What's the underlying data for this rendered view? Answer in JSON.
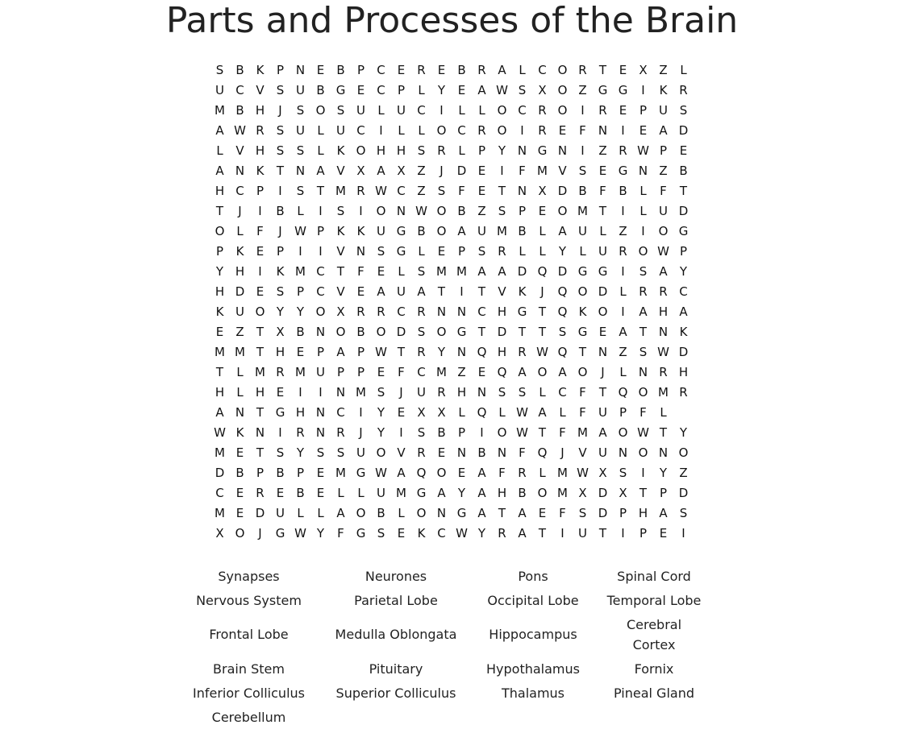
{
  "title": "Parts and Processes of the Brain",
  "grid": [
    "SBKPNEBPCEREBRALCORTEXZL",
    "UCVSUBGECPLYEAWSXOZGGIKR",
    "MBHJSOSULUCILLOCROIREPUS",
    "AWRSULUCILLOCROIREFNIEAD",
    "LVHSSLKOHHSRLPYNGNIZRWPE",
    "ANKTNAVXAXZJDEIFMVSEGNZB",
    "HCPISTMRWCZSFETNXDBFBLFT",
    "TJIBLISIONWOBZSPEOMTILUD",
    "OLFJWPKKUGBOAUMBLAULZIOG",
    "PKEPIIVNSGLEPSRLLYLUROWP",
    "YHIKMCTFELSMMAADQDGGISAY",
    "HDESPCVEAUATITVKJQODLRRC",
    "KUOYYOXRRCRNNCHGTQKOIAHA",
    "EZTXBNOBODSOGTDTTSGEATNK",
    "MMTHEPAPWTRYNQHRWQTNZSWD",
    "TLMRMUPPEFCMZEQAOAOJLNRH",
    "HLHEIINMSJURHNSSLCFTQOMR",
    "ANTGHNCIYEXXLQLWALFUPFL",
    "WKNIRNRJYISBPIOWTFMAOWTY",
    "METSYSSUOVRENBNFQJVUNONO",
    "DBPBPEMGWAQOEAFRLMWXSIYZ",
    "CEREBELLUMGAYAHBOMXDXTPD",
    "MEDULLAOBLONGATAEFSDPHAS",
    "XOJGWYFGSEKCWYRATIUTIPEI"
  ],
  "words": [
    [
      "Synapses",
      "Neurones",
      "Pons",
      "Spinal Cord"
    ],
    [
      "Nervous System",
      "Parietal Lobe",
      "Occipital Lobe",
      "Temporal Lobe"
    ],
    [
      "Frontal Lobe",
      "Medulla Oblongata",
      "Hippocampus",
      "Cerebral Cortex"
    ],
    [
      "Brain Stem",
      "Pituitary",
      "Hypothalamus",
      "Fornix"
    ],
    [
      "Inferior Colliculus",
      "Superior Colliculus",
      "Thalamus",
      "Pineal Gland"
    ],
    [
      "Cerebellum"
    ]
  ],
  "cerebral_cortex_lines": [
    "Cerebral",
    "Cortex"
  ]
}
